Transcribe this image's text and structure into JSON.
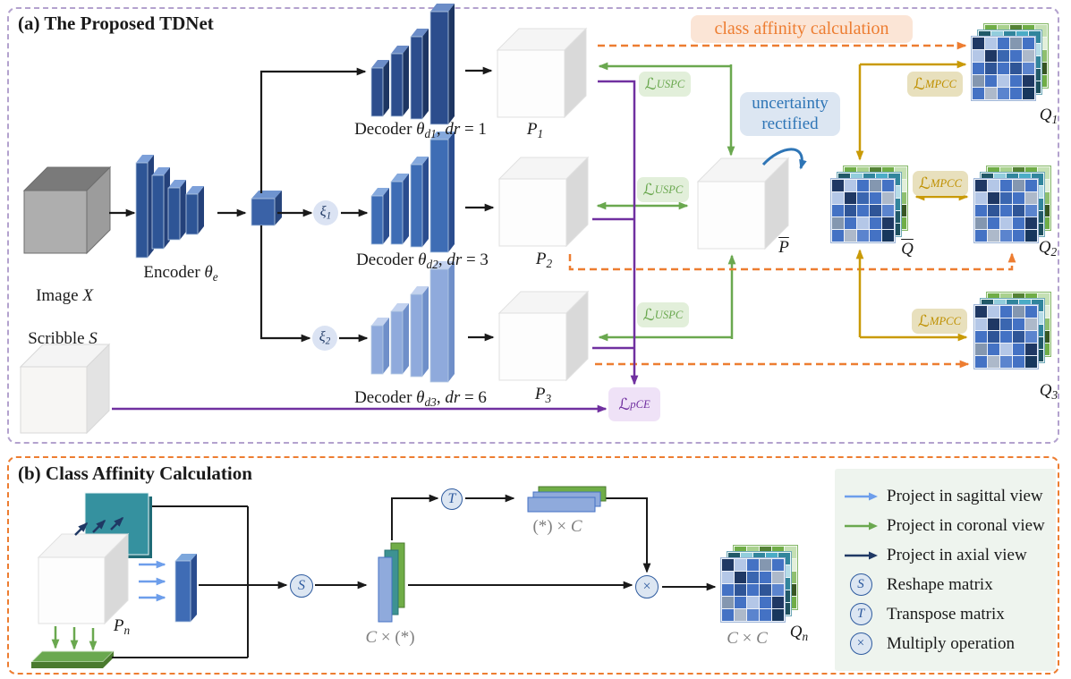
{
  "texts": {
    "panel_a_title": "(a) The Proposed TDNet",
    "panel_b_title": "(b) Class Affinity Calculation",
    "affinity": "class affinity calculation",
    "uncertainty1": "uncertainty",
    "uncertainty2": "rectified"
  },
  "labels": {
    "image_x": [
      [
        "n",
        "Image "
      ],
      [
        "i",
        "X"
      ]
    ],
    "scribble_s": [
      [
        "n",
        "Scribble "
      ],
      [
        "i",
        "S"
      ]
    ],
    "encoder": [
      [
        "n",
        "Encoder "
      ],
      [
        "i",
        "θ"
      ],
      [
        "s",
        "e"
      ]
    ],
    "decoder1": [
      [
        "n",
        "Decoder "
      ],
      [
        "i",
        "θ"
      ],
      [
        "s",
        "d1"
      ],
      [
        "n",
        ", "
      ],
      [
        "i",
        "dr"
      ],
      [
        "n",
        " = 1"
      ]
    ],
    "decoder2": [
      [
        "n",
        "Decoder "
      ],
      [
        "i",
        "θ"
      ],
      [
        "s",
        "d2"
      ],
      [
        "n",
        ", "
      ],
      [
        "i",
        "dr"
      ],
      [
        "n",
        " = 3"
      ]
    ],
    "decoder3": [
      [
        "n",
        "Decoder "
      ],
      [
        "i",
        "θ"
      ],
      [
        "s",
        "d3"
      ],
      [
        "n",
        ", "
      ],
      [
        "i",
        "dr"
      ],
      [
        "n",
        " = 6"
      ]
    ],
    "xi1": [
      [
        "i",
        "ξ"
      ],
      [
        "s",
        "1"
      ]
    ],
    "xi2": [
      [
        "i",
        "ξ"
      ],
      [
        "s",
        "2"
      ]
    ],
    "p1": [
      [
        "i",
        "P"
      ],
      [
        "s",
        "1"
      ]
    ],
    "p2": [
      [
        "i",
        "P"
      ],
      [
        "s",
        "2"
      ]
    ],
    "p3": [
      [
        "i",
        "P"
      ],
      [
        "s",
        "3"
      ]
    ],
    "pn": [
      [
        "i",
        "P"
      ],
      [
        "s",
        "n"
      ]
    ],
    "pbar": [
      [
        "o",
        "P"
      ]
    ],
    "q1": [
      [
        "i",
        "Q"
      ],
      [
        "s",
        "1"
      ]
    ],
    "q2": [
      [
        "i",
        "Q"
      ],
      [
        "s",
        "2"
      ]
    ],
    "q3": [
      [
        "i",
        "Q"
      ],
      [
        "s",
        "3"
      ]
    ],
    "qn": [
      [
        "i",
        "Q"
      ],
      [
        "s",
        "n"
      ]
    ],
    "qbar": [
      [
        "o",
        "Q"
      ]
    ],
    "l_uspc": [
      [
        "L",
        "ℒ"
      ],
      [
        "s",
        "USPC"
      ]
    ],
    "l_mpcc": [
      [
        "L",
        "ℒ"
      ],
      [
        "s",
        "MPCC"
      ]
    ],
    "l_pce": [
      [
        "L",
        "ℒ"
      ],
      [
        "s",
        "pCE"
      ]
    ],
    "c_star": [
      [
        "i",
        "C"
      ],
      [
        "n",
        " × (*)"
      ]
    ],
    "star_c": [
      [
        "n",
        "(*) × "
      ],
      [
        "i",
        "C"
      ]
    ],
    "c_c": [
      [
        "i",
        "C"
      ],
      [
        "n",
        " × "
      ],
      [
        "i",
        "C"
      ]
    ]
  },
  "legend": {
    "items": [
      {
        "kind": "arrow",
        "color_key": "lightblue",
        "icon": "sagittal-arrow-icon",
        "label": "Project in sagittal view"
      },
      {
        "kind": "arrow",
        "color_key": "green",
        "icon": "coronal-arrow-icon",
        "label": "Project in coronal view"
      },
      {
        "kind": "arrow",
        "color_key": "navy",
        "icon": "axial-arrow-icon",
        "label": "Project in axial view"
      },
      {
        "kind": "circle",
        "symbol": "S",
        "icon": "reshape-icon",
        "label": "Reshape matrix"
      },
      {
        "kind": "circle",
        "symbol": "T",
        "icon": "transpose-icon",
        "label": "Transpose matrix"
      },
      {
        "kind": "circle",
        "symbol": "×",
        "icon": "multiply-icon",
        "label": "Multiply operation"
      }
    ]
  },
  "colors": {
    "black": "#1a1a1a",
    "green": "#6aa84f",
    "purple": "#7030a0",
    "orange": "#ed7d31",
    "gold": "#c99a06",
    "blue": "#2e75b6",
    "lightblue": "#6d9eeb",
    "navy": "#1f3864",
    "panel_a_border": "#b3a2ce",
    "panel_b_border": "#ed7d31",
    "legend_bg": "#eef4ee",
    "uspc_text": "#6aa84f",
    "uspc_bg": "#e2efda",
    "mpcc_text": "#bf9000",
    "mpcc_bg": "#e8e0bd",
    "pce_text": "#7030a0",
    "pce_bg": "#efe2f7",
    "affinity_text": "#ed7d31",
    "affinity_bg": "#fbe5d6",
    "uncertainty_text": "#2e75b6",
    "uncertainty_bg": "#dce6f2",
    "encoder_front": "#2e5596",
    "encoder_top": "#7da0d9",
    "encoder_side": "#24417a",
    "decoder1_front": "#2c4d8d",
    "decoder1_top": "#6b8cc7",
    "decoder1_side": "#1d3562",
    "decoder2_front": "#3e6db5",
    "decoder2_top": "#85a9dd",
    "decoder2_side": "#2a4d8f",
    "decoder3_front": "#8faadc",
    "decoder3_top": "#c3d2ef",
    "decoder3_side": "#6f8fc9",
    "xi_bg": "#dbe3f3",
    "xi_text": "#1f3864",
    "op_bg": "#dce6f2",
    "op_border": "#2e5b9f",
    "teal_plane": "#35919f",
    "teal_plane_dark": "#1f6b76",
    "green_plate": "#6aa84f",
    "green_plate_front": "#4a7a2e",
    "blue_slab_front": "#3f6cb5",
    "blue_slab_top": "#7da7dc",
    "blue_slab_side": "#2a4d8f",
    "gray_label": "#7f7f7f",
    "scribble_black": "#1a1a1a",
    "scribble_cyan": "#2fbfc4",
    "scribble_red": "#b53a32",
    "scribble_gray": "#b0a79b"
  },
  "matrix_palettes": {
    "blue": [
      "#1f3864",
      "#b4c7e7",
      "#4472c4",
      "#8497b0",
      "#4472c4",
      "#b4c7e7",
      "#1f3864",
      "#3a66b0",
      "#4472c4",
      "#adb9ca",
      "#4472c4",
      "#2f5597",
      "#4472c4",
      "#2f5597",
      "#5b84ce",
      "#8497b0",
      "#4472c4",
      "#b4c7e7",
      "#4472c4",
      "#1f3864",
      "#4472c4",
      "#adb9ca",
      "#5b84ce",
      "#4472c4",
      "#17375d"
    ],
    "teal": [
      "#215968",
      "#92cddc",
      "#31859c",
      "#4bacc6",
      "#31859c",
      "#92cddc",
      "#215968",
      "#31859c",
      "#31859c",
      "#b7dde8",
      "#31859c",
      "#267487",
      "#4bacc6",
      "#31859c",
      "#31859c",
      "#7fc4d6",
      "#31859c",
      "#92cddc",
      "#267487",
      "#215968",
      "#31859c",
      "#b7dde8",
      "#31859c",
      "#4bacc6",
      "#1e505e"
    ],
    "green": [
      "#70ad47",
      "#a9d18e",
      "#548235",
      "#70ad47",
      "#c5e0b4",
      "#a9d18e",
      "#4a7a2e",
      "#70ad47",
      "#70ad47",
      "#e2efda",
      "#70ad47",
      "#548235",
      "#a9d18e",
      "#70ad47",
      "#8fbf6f",
      "#c5e0b4",
      "#70ad47",
      "#70ad47",
      "#548235",
      "#375623",
      "#70ad47",
      "#8fbf6f",
      "#a9d18e",
      "#70ad47",
      "#70ad47"
    ]
  }
}
